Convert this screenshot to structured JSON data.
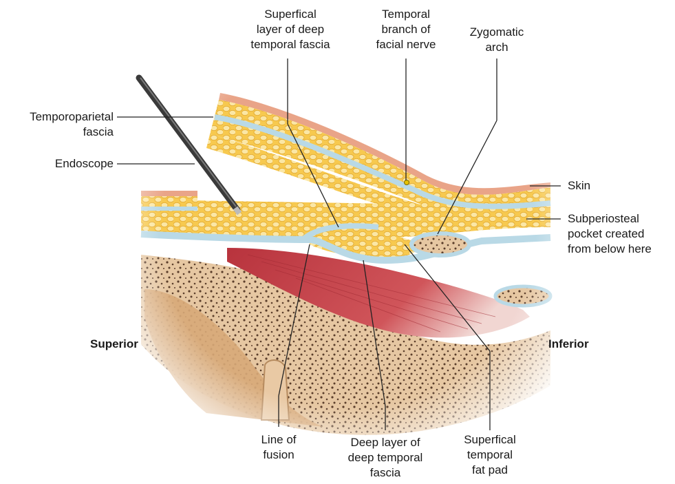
{
  "labels": {
    "superficial_layer": [
      "Superfical",
      "layer of deep",
      "temporal fascia"
    ],
    "temporal_branch": [
      "Temporal",
      "branch of",
      "facial nerve"
    ],
    "zygomatic_arch": [
      "Zygomatic",
      "arch"
    ],
    "temporoparietal": [
      "Temporoparietal",
      "fascia"
    ],
    "endoscope": "Endoscope",
    "skin": "Skin",
    "subperiosteal": [
      "Subperiosteal",
      "pocket created",
      "from below here"
    ],
    "superior": "Superior",
    "inferior": "Inferior",
    "line_of_fusion": [
      "Line of",
      "fusion"
    ],
    "deep_layer": [
      "Deep layer of",
      "deep temporal",
      "fascia"
    ],
    "fat_pad": [
      "Superfical",
      "temporal",
      "fat pad"
    ]
  },
  "colors": {
    "fat": "#f5c24a",
    "fat_light": "#fbe39a",
    "fascia": "#b9d9e6",
    "skin": "#e9a488",
    "muscle": "#c8424a",
    "bone": "#e9c9a4",
    "bone_dots": "#5a3d2a",
    "leader": "#222222",
    "endoscope": "#3a3a3a"
  }
}
